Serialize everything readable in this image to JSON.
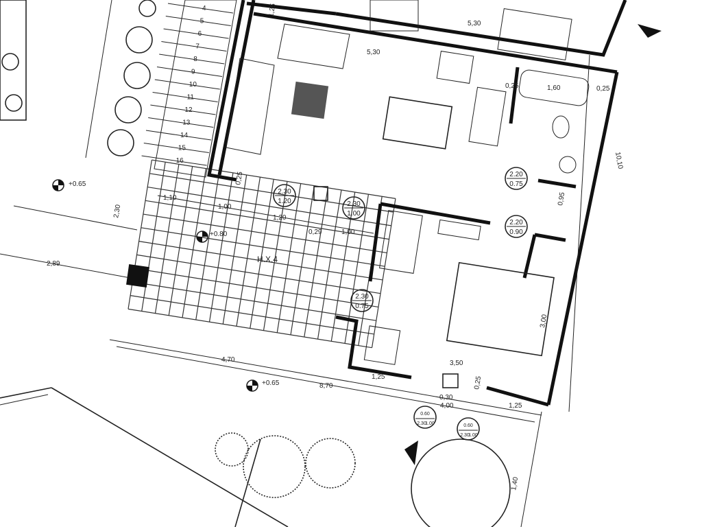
{
  "stair_steps": [
    "4",
    "5",
    "6",
    "7",
    "8",
    "9",
    "10",
    "11",
    "12",
    "13",
    "14",
    "15",
    "16"
  ],
  "room_label": "H.X.4",
  "levels": {
    "terrace_left": "+0.65",
    "terrace": "+0.80",
    "front": "+0.65"
  },
  "dimensions": {
    "top_room": "5,30",
    "living_width": "5,30",
    "bath_width": "1,60",
    "bath_wall_right": "0,25",
    "bath_wall_left": "0,25",
    "overall_depth": "10,10",
    "side_offset": "2,89",
    "terrace_depth": "2,30",
    "seg_1": "1,10",
    "seg_2": "1,00",
    "seg_3": "1,20",
    "seg_4": "0,29",
    "seg_5": "1,00",
    "hall": "0,95",
    "bedroom_depth": "3,00",
    "bedroom_width": "3,50",
    "pier_left": "1,25",
    "pier_right": "1,25",
    "pier_mid": "0,30",
    "front_width": "4,00",
    "terrace_width": "4,70",
    "total_width": "8,70",
    "garden": "1,40",
    "wall_stub": "0,25",
    "stair_wall": "1,25",
    "window_small": "0,25"
  },
  "doors": [
    {
      "h": "2.30",
      "w": "1.20"
    },
    {
      "h": "2.30",
      "w": "1.00"
    },
    {
      "h": "2.20",
      "w": "0.75"
    },
    {
      "h": "2.20",
      "w": "0.90"
    },
    {
      "h": "2.30",
      "w": "0.75"
    }
  ],
  "windows": [
    {
      "sill": "0.60",
      "h": "2.30",
      "w": "1.00"
    },
    {
      "sill": "0.60",
      "h": "2.30",
      "w": "1.00"
    }
  ]
}
